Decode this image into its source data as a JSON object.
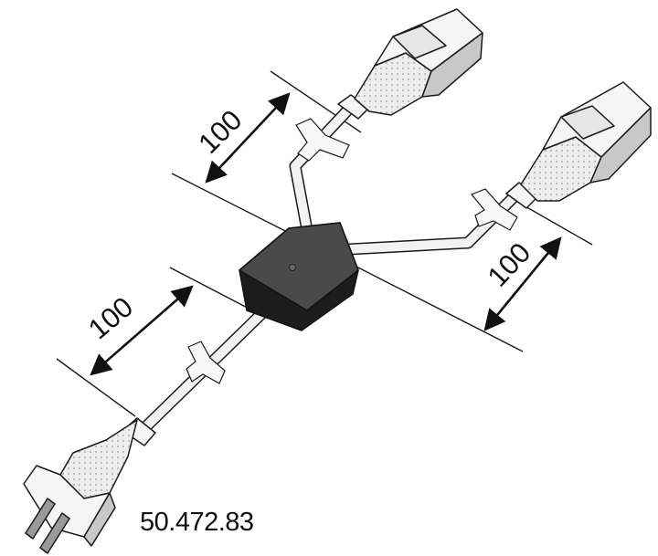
{
  "dimensions": {
    "upper_branch": "100",
    "right_branch": "100",
    "input_cable": "100"
  },
  "part_number": "50.472.83",
  "colors": {
    "line": "#1a1a1a",
    "cable": "#f2f2f2",
    "plug_body": "#f5f5f5",
    "plug_shade": "#c8c8c8",
    "junction_top": "#4a4a4a",
    "junction_side": "#1c1c1c"
  }
}
